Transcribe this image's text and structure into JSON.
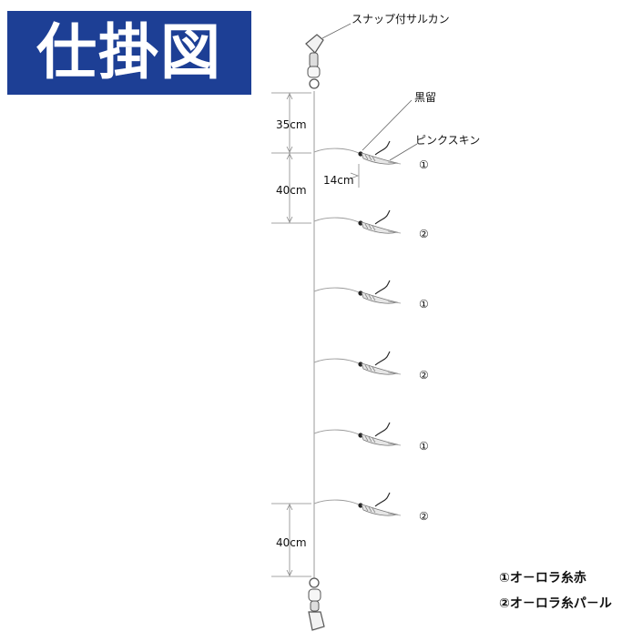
{
  "title": "仕掛図",
  "labels": {
    "snap": "スナップ付サルカン",
    "kurodome": "黒留",
    "pink_skin": "ピンクスキン",
    "dim_top": "35cm",
    "dim_second": "40cm",
    "dim_branch": "14cm",
    "dim_bottom": "40cm"
  },
  "hook_markers": [
    "①",
    "②",
    "①",
    "②",
    "①",
    "②"
  ],
  "legend": [
    "①オ－ロラ糸赤",
    "②オ－ロラ糸パ－ル"
  ],
  "colors": {
    "title_bg": "#1d3f95",
    "title_text": "#ffffff",
    "line": "#888888"
  }
}
